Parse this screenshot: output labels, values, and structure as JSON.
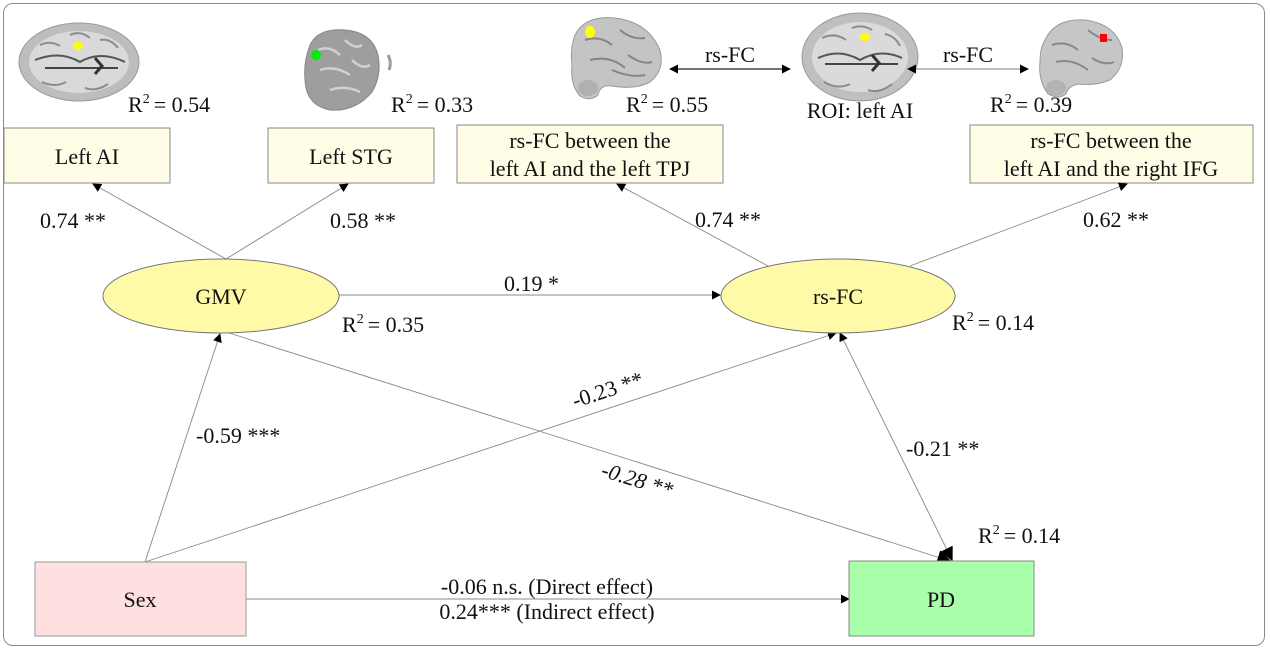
{
  "diagram": {
    "type": "structural-equation-path-model",
    "colors": {
      "indicator_box": "#fffde6",
      "latent_ellipse": "#fffaa8",
      "sex_box": "#ffe0e0",
      "pd_box": "#aaffaa",
      "edge": "#777777",
      "arrowhead": "#000000",
      "roi_yellow": "#ffff00",
      "roi_green": "#00ee00",
      "roi_red": "#ff0000"
    },
    "brain_images": [
      {
        "id": "brain-left-ai",
        "view": "axial",
        "highlight": "yellow",
        "r2_label": "R",
        "r2_exp": "2",
        "r2_value": "= 0.54"
      },
      {
        "id": "brain-left-stg",
        "view": "sagittal",
        "highlight": "green",
        "r2_label": "R",
        "r2_exp": "2",
        "r2_value": "= 0.33"
      },
      {
        "id": "brain-left-tpj",
        "view": "sagittal",
        "highlight": "yellow",
        "r2_label": "R",
        "r2_exp": "2",
        "r2_value": "= 0.55"
      },
      {
        "id": "brain-roi",
        "view": "axial",
        "highlight": "yellow",
        "caption": "ROI: left AI"
      },
      {
        "id": "brain-right-ifg",
        "view": "sagittal",
        "highlight": "red",
        "r2_label": "R",
        "r2_exp": "2",
        "r2_value": "= 0.39"
      }
    ],
    "rsfc_arrows": [
      {
        "label": "rs-FC"
      },
      {
        "label": "rs-FC"
      }
    ],
    "indicators": [
      {
        "id": "left-ai",
        "lines": [
          "Left AI"
        ]
      },
      {
        "id": "left-stg",
        "lines": [
          "Left STG"
        ]
      },
      {
        "id": "rsfc-tpj",
        "lines": [
          "rs-FC between the",
          "left AI and the left TPJ"
        ]
      },
      {
        "id": "rsfc-ifg",
        "lines": [
          "rs-FC between the",
          "left AI and the right IFG"
        ]
      }
    ],
    "latent": [
      {
        "id": "gmv",
        "label": "GMV",
        "r2_label": "R",
        "r2_exp": "2",
        "r2_value": "= 0.35"
      },
      {
        "id": "rsfc",
        "label": "rs-FC",
        "r2_label": "R",
        "r2_exp": "2",
        "r2_value": "= 0.14"
      }
    ],
    "observed": [
      {
        "id": "sex",
        "label": "Sex"
      },
      {
        "id": "pd",
        "label": "PD",
        "r2_label": "R",
        "r2_exp": "2",
        "r2_value": "= 0.14"
      }
    ],
    "paths": [
      {
        "from": "GMV",
        "to": "Left AI",
        "coef": "0.74 **"
      },
      {
        "from": "GMV",
        "to": "Left STG",
        "coef": "0.58 **"
      },
      {
        "from": "rs-FC",
        "to": "rs-FC left AI - left TPJ",
        "coef": "0.74 **"
      },
      {
        "from": "rs-FC",
        "to": "rs-FC left AI - right IFG",
        "coef": "0.62 **"
      },
      {
        "from": "GMV",
        "to": "rs-FC",
        "coef": "0.19 *"
      },
      {
        "from": "Sex",
        "to": "GMV",
        "coef": "-0.59 ***"
      },
      {
        "from": "Sex",
        "to": "rs-FC",
        "coef": "-0.23 **"
      },
      {
        "from": "GMV",
        "to": "PD",
        "coef": "-0.28 **"
      },
      {
        "from": "rs-FC",
        "to": "PD",
        "coef": "-0.21 **"
      },
      {
        "from": "Sex",
        "to": "PD",
        "coef": "-0.06 n.s. (Direct effect)",
        "coef2": "0.24*** (Indirect effect)"
      }
    ]
  }
}
